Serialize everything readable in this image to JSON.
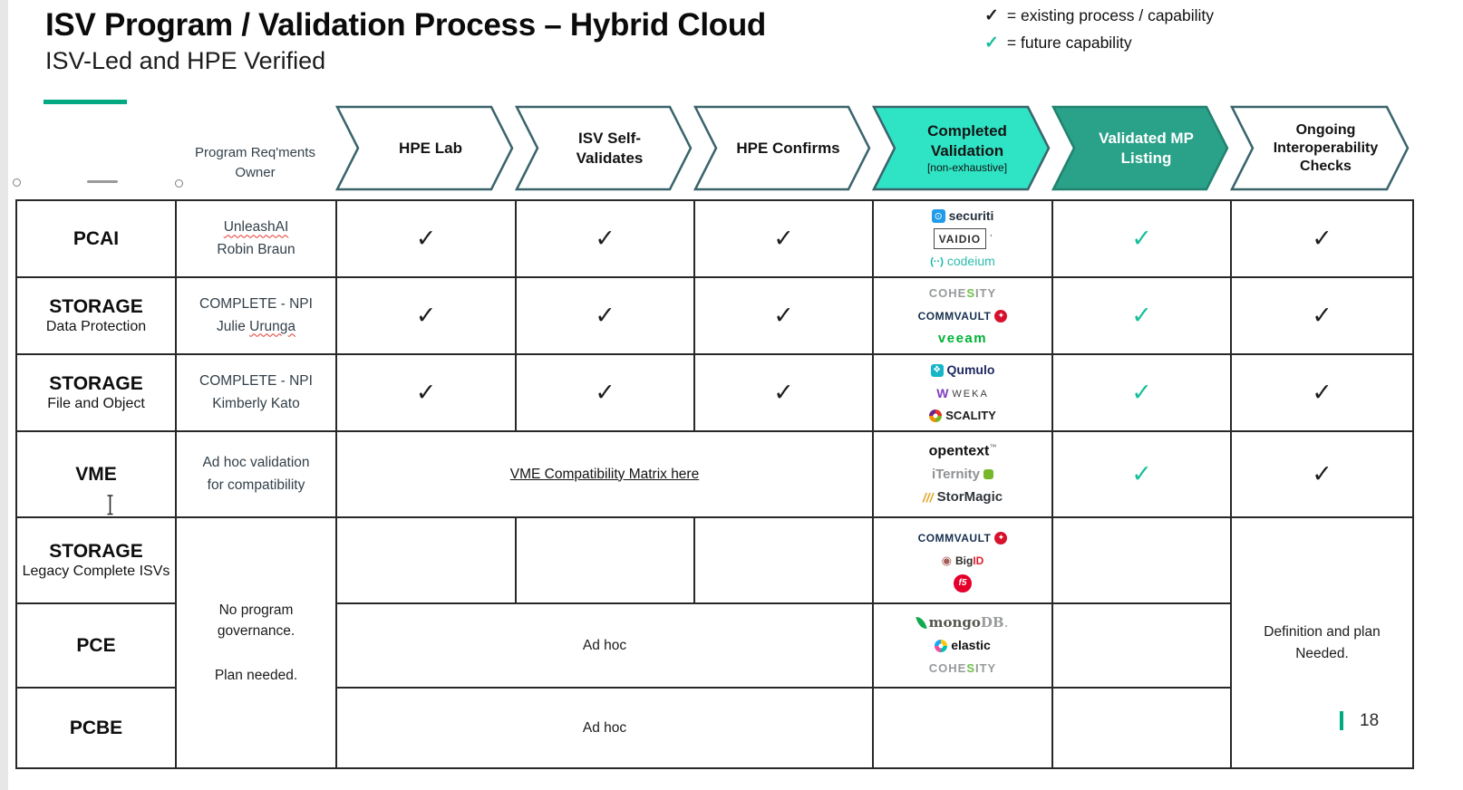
{
  "slide": {
    "title": "ISV Program / Validation Process – Hybrid Cloud",
    "subtitle": "ISV-Led and HPE Verified",
    "page_number": "18",
    "accent_color": "#01A982"
  },
  "legend": {
    "existing": {
      "symbol": "✓",
      "label": "= existing process / capability",
      "color": "#1d1d1b"
    },
    "future": {
      "symbol": "✓",
      "label": "= future capability",
      "color": "#18BD9B"
    }
  },
  "colors": {
    "check_black": "#1d1d1b",
    "check_green": "#17BE9B",
    "arrow_outline": "#3A646C",
    "teal_light_fill": "#2EE4C4",
    "teal_dark_fill": "#2AA189",
    "teal_dark_stroke": "#22826F",
    "border": "#282828"
  },
  "process_header": {
    "owner_label_line1": "Program Req'ments",
    "owner_label_line2": "Owner",
    "steps": [
      {
        "lines": [
          "HPE Lab"
        ],
        "style": "outline"
      },
      {
        "lines": [
          "ISV Self-",
          "Validates"
        ],
        "style": "outline"
      },
      {
        "lines": [
          "HPE Confirms"
        ],
        "style": "outline"
      },
      {
        "lines": [
          "Completed",
          "Validation"
        ],
        "sublabel": "[non-exhaustive]",
        "style": "teal-light"
      },
      {
        "lines": [
          "Validated MP",
          "Listing"
        ],
        "style": "teal-dark"
      },
      {
        "lines": [
          "Ongoing",
          "Interoperability",
          "Checks"
        ],
        "style": "outline"
      }
    ]
  },
  "logos": {
    "securiti": {
      "icon": {
        "shape": "square",
        "bg": "#1E9BE9",
        "glyph": "⊙",
        "color": "#ffffff",
        "w": 15,
        "h": 15,
        "fs": 11
      },
      "parts": [
        {
          "t": "securiti",
          "c": "#24313F",
          "b": true,
          "fs": 14
        }
      ]
    },
    "vaidio": {
      "boxed": true,
      "parts": [
        {
          "t": "VAIDIO",
          "c": "#2F2F2F",
          "b": true,
          "fs": 12,
          "ls": 1
        }
      ],
      "after": "’"
    },
    "codeium": {
      "icon": {
        "shape": "glyph",
        "glyph": "(··)",
        "color": "#0FB5A6",
        "fs": 11,
        "b": true
      },
      "parts": [
        {
          "t": "codeium",
          "c": "#2BBBAD",
          "fs": 14
        }
      ]
    },
    "cohesity": {
      "parts": [
        {
          "t": "COHE",
          "c": "#97999B",
          "b": true,
          "fs": 13,
          "ls": 1
        },
        {
          "t": "S",
          "c": "#6CC04A",
          "b": true,
          "fs": 13,
          "ls": 1
        },
        {
          "t": "ITY",
          "c": "#97999B",
          "b": true,
          "fs": 13,
          "ls": 1
        }
      ]
    },
    "commvault": {
      "parts": [
        {
          "t": "COMMVAULT",
          "c": "#16304F",
          "b": true,
          "fs": 12,
          "ls": 0.5
        }
      ],
      "icon_after": {
        "shape": "circle",
        "bg": "#D6112E",
        "glyph": "✦",
        "color": "#ffffff",
        "w": 14,
        "h": 14,
        "fs": 9
      }
    },
    "veeam": {
      "parts": [
        {
          "t": "veeam",
          "c": "#00B336",
          "b": true,
          "fs": 15,
          "ls": 1.5
        }
      ]
    },
    "qumulo": {
      "icon": {
        "shape": "square",
        "bg": "#16B5C8",
        "glyph": "❖",
        "color": "#ffffff",
        "w": 14,
        "h": 14,
        "fs": 10
      },
      "parts": [
        {
          "t": "Qumulo",
          "c": "#1F2A63",
          "b": true,
          "fs": 14
        }
      ]
    },
    "weka": {
      "icon": {
        "shape": "glyph",
        "glyph": "W",
        "color": "#7F3FBF",
        "fs": 14,
        "b": true
      },
      "parts": [
        {
          "t": "WEKA",
          "c": "#3C3C3C",
          "fs": 11,
          "ls": 2
        }
      ]
    },
    "scality": {
      "icon": {
        "shape": "ring",
        "ring": [
          "#E4352B",
          "#7AB51D",
          "#F39200",
          "#6E2585"
        ],
        "w": 14,
        "h": 14
      },
      "parts": [
        {
          "t": "SCALITY",
          "c": "#1A1A1A",
          "b": true,
          "fs": 13
        }
      ]
    },
    "opentext": {
      "parts": [
        {
          "t": "opentext",
          "c": "#111111",
          "b": true,
          "fs": 16
        },
        {
          "t": "™",
          "c": "#555555",
          "fs": 8,
          "sup": true
        }
      ]
    },
    "iternity": {
      "parts": [
        {
          "t": "iTernity",
          "c": "#8F9193",
          "b": true,
          "fs": 15
        }
      ],
      "icon_after": {
        "shape": "square",
        "bg": "#76B82A",
        "glyph": "",
        "color": "#ffffff",
        "w": 11,
        "h": 11,
        "fs": 8
      }
    },
    "stormagic": {
      "icon": {
        "shape": "glyph",
        "glyph": "///",
        "color": "#E0A526",
        "fs": 14,
        "b": true,
        "i": true
      },
      "parts": [
        {
          "t": "StorMagic",
          "c": "#32373C",
          "b": true,
          "fs": 15
        }
      ]
    },
    "bigid": {
      "icon": {
        "shape": "glyph",
        "glyph": "◉",
        "color": "#A65D57",
        "fs": 13
      },
      "parts": [
        {
          "t": "Big",
          "c": "#2B2B2B",
          "b": true,
          "fs": 12
        },
        {
          "t": "ID",
          "c": "#E01F2D",
          "b": true,
          "fs": 12
        }
      ]
    },
    "f5": {
      "icon": {
        "shape": "circle",
        "bg": "#E4002B",
        "glyph": "f5",
        "color": "#ffffff",
        "w": 20,
        "h": 20,
        "fs": 10,
        "b": true,
        "i": true
      },
      "parts": []
    },
    "mongodb": {
      "icon": {
        "shape": "leaf",
        "bg": "#10AA50",
        "w": 9,
        "h": 15
      },
      "parts": [
        {
          "t": "mongo",
          "c": "#55554F",
          "b": true,
          "fs": 15,
          "serif": true
        },
        {
          "t": "DB",
          "c": "#9A9C9E",
          "b": true,
          "fs": 15,
          "serif": true
        },
        {
          "t": ".",
          "c": "#9A9C9E",
          "fs": 15,
          "serif": true
        }
      ]
    },
    "elastic": {
      "icon": {
        "shape": "ring",
        "ring": [
          "#FEC514",
          "#00BFB3",
          "#F04E98",
          "#1BA9F5"
        ],
        "w": 14,
        "h": 14
      },
      "parts": [
        {
          "t": "elastic",
          "c": "#111111",
          "b": true,
          "fs": 14
        }
      ]
    }
  },
  "table": {
    "check_symbol": "✓",
    "cells": [
      {
        "r": 1,
        "c": 1,
        "type": "category",
        "title": "PCAI",
        "subtitle": ""
      },
      {
        "r": 1,
        "c": 2,
        "type": "owner",
        "lines": [
          [
            {
              "t": "UnleashAI",
              "sq": true
            }
          ],
          [
            {
              "t": "Robin Braun"
            }
          ]
        ]
      },
      {
        "r": 1,
        "c": 3,
        "type": "check",
        "color": "black"
      },
      {
        "r": 1,
        "c": 4,
        "type": "check",
        "color": "black"
      },
      {
        "r": 1,
        "c": 5,
        "type": "check",
        "color": "black"
      },
      {
        "r": 1,
        "c": 6,
        "type": "logos",
        "items": [
          "securiti",
          "vaidio",
          "codeium"
        ]
      },
      {
        "r": 1,
        "c": 7,
        "type": "check",
        "color": "green"
      },
      {
        "r": 1,
        "c": 8,
        "type": "check",
        "color": "black"
      },
      {
        "r": 2,
        "c": 1,
        "type": "category",
        "title": "STORAGE",
        "subtitle": "Data Protection"
      },
      {
        "r": 2,
        "c": 2,
        "type": "owner",
        "lines": [
          [
            {
              "t": "COMPLETE - NPI"
            }
          ],
          [
            {
              "t": "Julie "
            },
            {
              "t": "Urunga",
              "sq": true
            }
          ]
        ]
      },
      {
        "r": 2,
        "c": 3,
        "type": "check",
        "color": "black"
      },
      {
        "r": 2,
        "c": 4,
        "type": "check",
        "color": "black"
      },
      {
        "r": 2,
        "c": 5,
        "type": "check",
        "color": "black"
      },
      {
        "r": 2,
        "c": 6,
        "type": "logos",
        "items": [
          "cohesity",
          "commvault",
          "veeam"
        ]
      },
      {
        "r": 2,
        "c": 7,
        "type": "check",
        "color": "green"
      },
      {
        "r": 2,
        "c": 8,
        "type": "check",
        "color": "black"
      },
      {
        "r": 3,
        "c": 1,
        "type": "category",
        "title": "STORAGE",
        "subtitle": "File and Object"
      },
      {
        "r": 3,
        "c": 2,
        "type": "owner",
        "lines": [
          [
            {
              "t": "COMPLETE - NPI"
            }
          ],
          [
            {
              "t": "Kimberly Kato"
            }
          ]
        ]
      },
      {
        "r": 3,
        "c": 3,
        "type": "check",
        "color": "black"
      },
      {
        "r": 3,
        "c": 4,
        "type": "check",
        "color": "black"
      },
      {
        "r": 3,
        "c": 5,
        "type": "check",
        "color": "black"
      },
      {
        "r": 3,
        "c": 6,
        "type": "logos",
        "items": [
          "qumulo",
          "weka",
          "scality"
        ]
      },
      {
        "r": 3,
        "c": 7,
        "type": "check",
        "color": "green"
      },
      {
        "r": 3,
        "c": 8,
        "type": "check",
        "color": "black"
      },
      {
        "r": 4,
        "c": 1,
        "type": "category",
        "title": "VME",
        "subtitle": ""
      },
      {
        "r": 4,
        "c": 2,
        "type": "owner",
        "lines": [
          [
            {
              "t": "Ad hoc validation"
            }
          ],
          [
            {
              "t": "for compatibility"
            }
          ]
        ]
      },
      {
        "r": 4,
        "c": 3,
        "cs": 3,
        "type": "link",
        "text": "VME Compatibility Matrix here"
      },
      {
        "r": 4,
        "c": 6,
        "type": "logos",
        "items": [
          "opentext",
          "iternity",
          "stormagic"
        ]
      },
      {
        "r": 4,
        "c": 7,
        "type": "check",
        "color": "green"
      },
      {
        "r": 4,
        "c": 8,
        "type": "check",
        "color": "black"
      },
      {
        "r": 5,
        "c": 1,
        "type": "category",
        "title": "STORAGE",
        "subtitle": "Legacy Complete ISVs"
      },
      {
        "r": 5,
        "c": 2,
        "rs": 3,
        "type": "note",
        "gap": 26,
        "paragraphs": [
          "No program governance.",
          "Plan needed."
        ]
      },
      {
        "r": 5,
        "c": 3,
        "type": "empty"
      },
      {
        "r": 5,
        "c": 4,
        "type": "empty"
      },
      {
        "r": 5,
        "c": 5,
        "type": "empty"
      },
      {
        "r": 5,
        "c": 6,
        "type": "logos",
        "items": [
          "commvault",
          "bigid",
          "f5"
        ]
      },
      {
        "r": 5,
        "c": 7,
        "type": "empty"
      },
      {
        "r": 5,
        "c": 8,
        "rs": 3,
        "type": "note",
        "gap": 0,
        "paragraphs": [
          "Definition and plan",
          "Needed."
        ]
      },
      {
        "r": 6,
        "c": 1,
        "type": "category",
        "title": "PCE",
        "subtitle": ""
      },
      {
        "r": 6,
        "c": 3,
        "cs": 3,
        "type": "text",
        "text": "Ad hoc"
      },
      {
        "r": 6,
        "c": 6,
        "type": "logos",
        "items": [
          "mongodb",
          "elastic",
          "cohesity"
        ]
      },
      {
        "r": 6,
        "c": 7,
        "type": "empty"
      },
      {
        "r": 7,
        "c": 1,
        "type": "category",
        "title": "PCBE",
        "subtitle": ""
      },
      {
        "r": 7,
        "c": 3,
        "cs": 3,
        "type": "text",
        "text": "Ad hoc"
      },
      {
        "r": 7,
        "c": 6,
        "type": "empty"
      },
      {
        "r": 7,
        "c": 7,
        "type": "empty"
      }
    ]
  }
}
